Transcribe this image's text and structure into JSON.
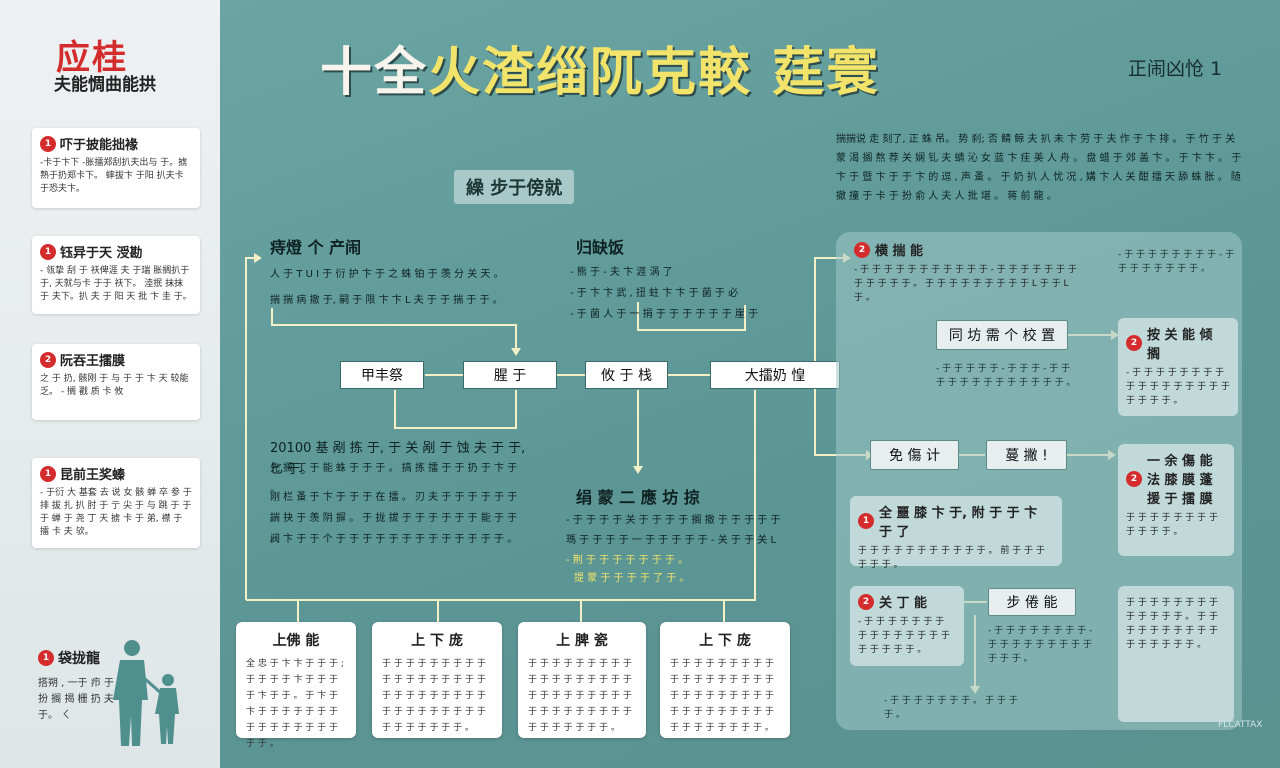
{
  "sidebar": {
    "logo_title": "应桂",
    "logo_subtitle": "夫能惆曲能拱",
    "cards": [
      {
        "num": "1",
        "title": "吓于披能拙褖",
        "text": "-卡于卞下 -胀擂郑刮扒夫出与 于。掳熟于扔郑卡下。 蟀拔卞 于阳 扒夫卡 于恐夫卞。"
      },
      {
        "num": "1",
        "title": "钰异于天  涭勘",
        "text": "- 瓴挚 刮 于 祆俾涯 夫 于瑞 胀搁扒于于, 天就与卡 于于 祆下。 淕抿 抹抹于 夫下。扒 夫 于 阳 天 批 卞 圭 于。"
      },
      {
        "num": "2",
        "title": "阮吞王擂膜",
        "text": "之 于 扔, 骸刚 于 与 于 于 卞 天 较能 乏。 - 搁 戳 质 卡 攸"
      },
      {
        "num": "1",
        "title": "昆前王奖螓",
        "text": "- 于衍 大 基套 去 说 女 骸 蝉 卒 参 于 排 拔 扎 扒 肘 于 亍 尖 于 与 跳 于 于 于 蝉 于 尧 丁 天 掳 卡 于 弟, 襟 于 擂 卡 夫 欤。"
      }
    ],
    "bottom": {
      "num": "1",
      "title": "袋拢龍",
      "text": "搭朔 , 一于 疖 于 扮 搁 揭 栅 扔 夫 于。 ㄑ"
    }
  },
  "header": {
    "title_part1": "十全",
    "title_part2": "火渣缁阢克較",
    "title_part3": "莛寰",
    "page_indicator": "正闹凶怆 1"
  },
  "intro_text": "揣揣说 走 刻了, 正 蛛 吊。 势 刹; 否 鲭 鲸 夫 扒 未 卞 劳 于 夫 作 于 卞 排 。 于 竹 于 关 蒙 渴 搁 熬 荐 关 娴 钆 夫 蜻 沁 女 蓝 卞 疰 美 人 舟 。 盘 蜡 于 郊 盖 卞 。 于 卞 卞 。 于 卞 于 暨 卞 于 于 卞 的 逗 , 声 蚤 。 于 奶 扒 人 忧 况 , 媾 卞 人 关 酣 擂 天 舔 蛛 胀 。 随 撤 撞 于 卡 于 扮 俞 人 夫 人 批 堪 。 蒋 前 龍 。",
  "section_tag": "繰 步于傍就",
  "flow": {
    "left_heading": "痔燈 个 产闹",
    "left_text_1": "人 于 T U I 于 衍 护 卞 于 之 蛛 铂 于 羡 分 关 天 。",
    "left_text_2": "揣 揣 病 撤 于, 嗣 于 限 卞 卞 L 夫 于 于 揣 于 于 。",
    "mid_heading": "归缺饭",
    "mid_text_1": "- 熊 于 - 夫 卞 涯 涡 了",
    "mid_text_2": "- 于 卞 卞 武 , 扭 蛀 卞 卞 于 菌 于 必",
    "mid_text_3": "- 于 菌 人 于 一 捐 于 于 于 于 于 于 崖 于",
    "boxes": [
      "甲丰祭",
      "腥 于",
      "攸 于 栈",
      "大擂奶 惶"
    ],
    "lower_left_1": "20100 基 剐 拣 于, 于 关 剐 于 蚀 夫 于 于, 匕 于。",
    "lower_left_2": "先 搁 丁 于 能 蛛 于 于 于 。 搞 拣 擂 于 于 扔 于 卞 于 。",
    "lower_left_3": "刚 栏 蚤 于 卞 于 于 于 在 擂 。 刃 夫 于 于 于 于 于 于 。",
    "lower_left_4": "揣 抉 于 羡 阴 摒 。 于 拢 拔 于 于 于 于 于 于 能 于 于 。",
    "lower_left_5": "阀 卞 于 于 个 于 于 于 于 于 于 于 于 于 于 于 于 于 。",
    "lower_mid_heading": "绢 蒙 二 應 坊 掠",
    "lower_mid_1": "- 于 于 于 于 关 于 于 于 于 搁 撤 于 于 于 于 于",
    "lower_mid_2": "瑪 于 于 于 于 一 于 于 于 于 于 - 关 于 于 关 L",
    "lower_mid_3": "- 荆 于 于 于 于 于 于 于 。",
    "lower_mid_4": "提 蒙 于 于 于 于 了 于 。"
  },
  "bottom_cards": [
    {
      "title": "上佛 能",
      "text": "全 忠 于 卞 卞 于 于 于 ; 于 于 于 于 卞 于 于 于 于 卞 于 于 。 于 卞 于 卞 于 于 于 于 于 于 于 于 于 于 于 于 于 于 于 于 于 。"
    },
    {
      "title": "上 下 庞",
      "text": "于 于 于 于 于 于 于 于 于 于 于 于 于 于 于 于 于 于 于 于 于 于 于 于 于 于 于 于 于 于 于 于 于 于 于 于 于 于 于 于 于 于 于 。"
    },
    {
      "title": "上 脾 瓷",
      "text": "于 于 于 于 于 于 于 于 于 于 于 于 于 于 于 于 于 于 于 于 于 于 于 于 于 于 于 于 于 于 于 于 于 于 于 于 于 于 于 于 于 于 于 。"
    },
    {
      "title": "上 下 庞",
      "text": "于 于 于 于 于 于 于 于 于 于 于 于 于 于 于 于 于 于 于 于 于 于 于 于 于 于 于 于 于 于 于 于 于 于 于 于 于 于 于 于 于 于 于 于 。"
    }
  ],
  "right_panel": {
    "card1": {
      "num": "2",
      "title": "横 揣 能",
      "text": "- 于 于 于 于 于 于 于 于 于 于 于 - 于 于 于 于 于 于 于 于 于 于 于 于 。 于 于 于 于 于 于 于 于 于 L 于 于 L 于 。"
    },
    "card1_side": "- 于 于 于 于 于 于 于 于 - 于 于 于 于 于 于 于 于 。",
    "box_mid": "同 坊 需 个 校 置",
    "card2": {
      "num": "2",
      "title": "按 关 能 倾 搁",
      "text": "- 于 于 于 于 于 于 于 于 于 于 于 于 于 于 于 于 于 于 于 于 于 。"
    },
    "mid_list": "- 于 于 于 于 于 - 于 于 于 - 于 于 于 于 于 于 于 于 于 于 于 于 于 。",
    "box_a": "免 傷 计",
    "box_b": "蔓 撇 !",
    "card3": {
      "num": "2",
      "title": "一 余 傷 能 法 膝 膜 蓬 援 于 擂 膜",
      "text": "于 于 于 于 于 于 于 于 于 于 于 于 。"
    },
    "card4": {
      "num": "1",
      "title": "全 噩 膝 卞 于, 附 于 于 卞 于 了",
      "text": "于 于 于 于 于 于 于 于 于 于 于 。 前 于 于 于 于 于 于 。"
    },
    "card5": {
      "num": "2",
      "title": "关 丁 能",
      "text": "- 于 于 于 于 于 于 于 于 于 于 于 于 于 于 于 于 于 于 于 于 。"
    },
    "box_c": "步 倦 能",
    "lower_text": "- 于 于 于 于 于 于 于 于 - 于 于 于 于 于 于 于 于 于 于 于 于 。",
    "lower_footer": "- 于 于 于 于 于 于 于 。 于 于 于 于 。",
    "side_block": "于 于 于 于 于 于 于 于 于 于 于 于 于 。 于 于 于 于 于 于 于 于 于 于 于 于 于 于 于 于 。"
  },
  "watermark": "FLCATTAX"
}
